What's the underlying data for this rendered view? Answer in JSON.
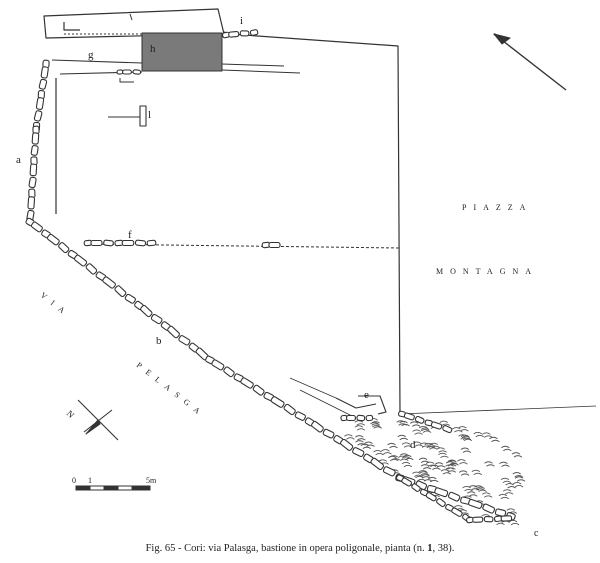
{
  "labels": {
    "a": "a",
    "b": "b",
    "c": "c",
    "d": "d",
    "e": "e",
    "f": "f",
    "g": "g",
    "h": "h",
    "i": "i",
    "l": "l"
  },
  "place_names": {
    "piazza": "PIAZZA",
    "montagna": "MONTAGNA",
    "via": "VIA",
    "pelasga": "PELASGA"
  },
  "north_mark": "N",
  "scale": {
    "zero": "0",
    "one": "1",
    "five": "5m"
  },
  "caption": {
    "prefix": "Fig. 65 - Cori: via Palasga, bastione in opera poligonale, pianta (n.",
    "ref_number": "1",
    "suffix": ", 38)."
  }
}
